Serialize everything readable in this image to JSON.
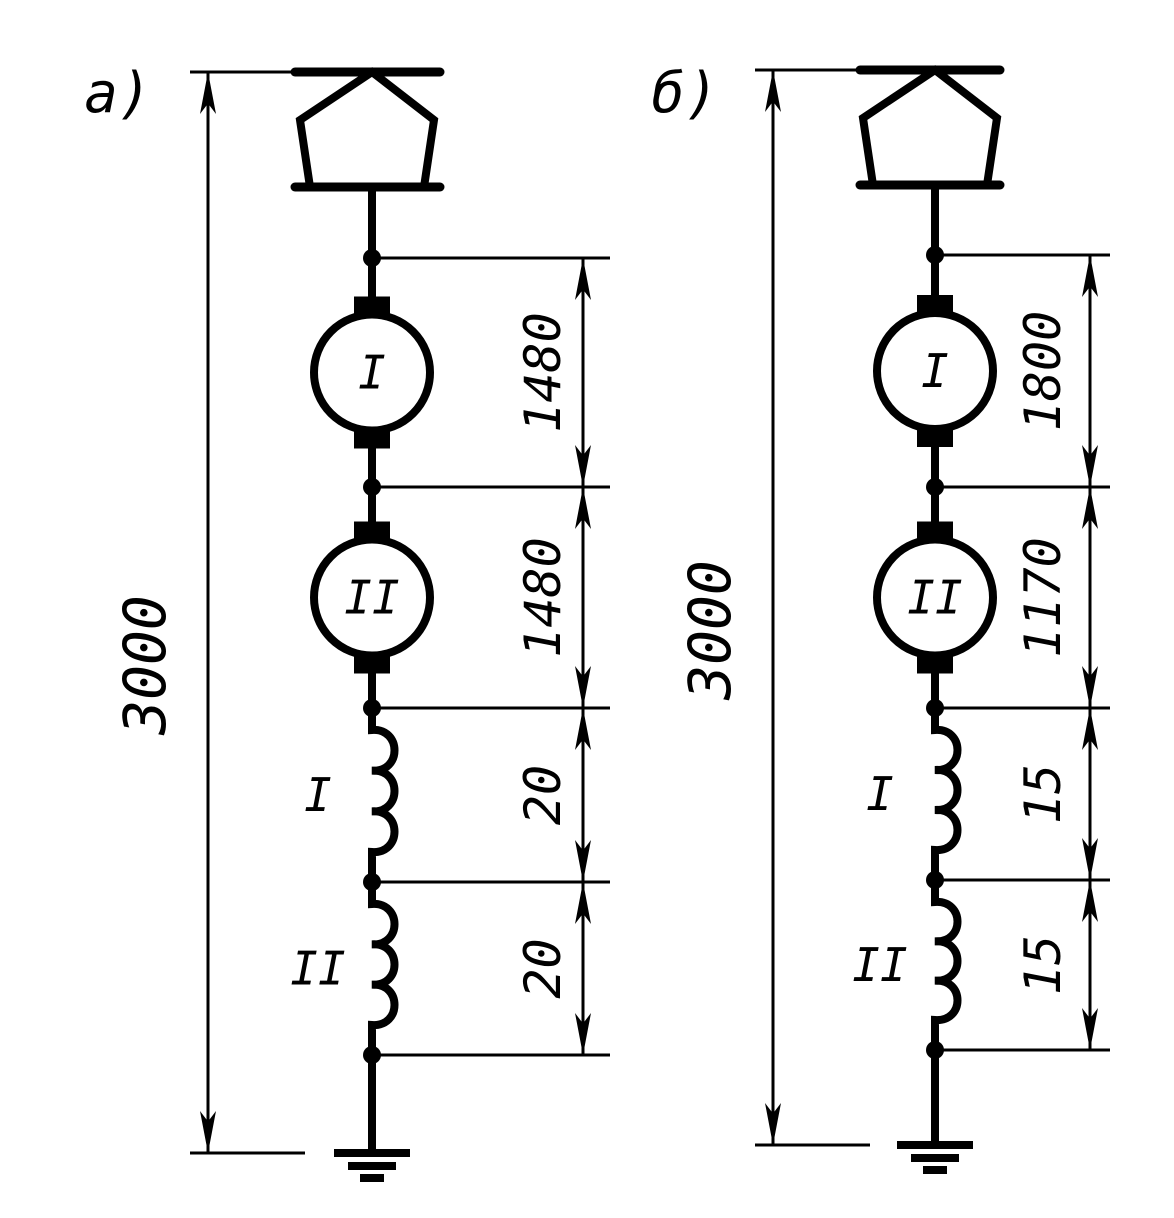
{
  "diagrams": [
    {
      "id": "a",
      "label": "а)",
      "total_label": "3000",
      "components": [
        {
          "kind": "generator",
          "roman": "I",
          "value": "1480"
        },
        {
          "kind": "generator",
          "roman": "II",
          "value": "1480"
        },
        {
          "kind": "coil",
          "roman": "I",
          "value": "20"
        },
        {
          "kind": "coil",
          "roman": "II",
          "value": "20"
        }
      ]
    },
    {
      "id": "b",
      "label": "б)",
      "total_label": "3000",
      "components": [
        {
          "kind": "generator",
          "roman": "I",
          "value": "1800"
        },
        {
          "kind": "generator",
          "roman": "II",
          "value": "1170"
        },
        {
          "kind": "coil",
          "roman": "I",
          "value": "15"
        },
        {
          "kind": "coil",
          "roman": "II",
          "value": "15"
        }
      ]
    }
  ],
  "symbols": {
    "top": "insulator-pentagon",
    "bottom": "ground"
  }
}
